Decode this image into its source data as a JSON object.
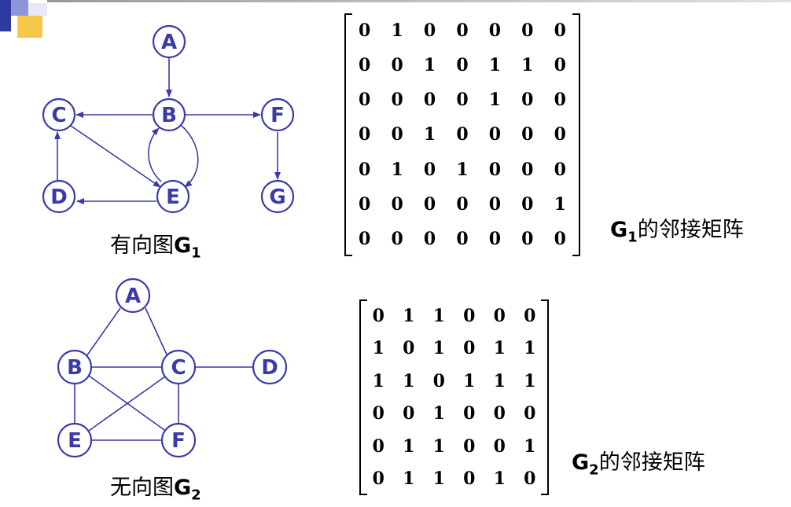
{
  "colors": {
    "node": "#3a3aa8",
    "deco_blue": "#2e3aa0",
    "deco_yellow": "#f6c84a",
    "deco_bar": "#b8b8b8"
  },
  "graph1": {
    "type": "directed",
    "nodes": [
      "A",
      "B",
      "C",
      "D",
      "E",
      "F",
      "G"
    ],
    "edges": [
      [
        "A",
        "B"
      ],
      [
        "B",
        "C"
      ],
      [
        "B",
        "F"
      ],
      [
        "B",
        "E"
      ],
      [
        "E",
        "B"
      ],
      [
        "C",
        "E"
      ],
      [
        "D",
        "C"
      ],
      [
        "E",
        "D"
      ],
      [
        "F",
        "G"
      ]
    ],
    "caption": {
      "prefix": "有向图",
      "name": "G",
      "sub": "1"
    }
  },
  "matrix1": {
    "rows": [
      [
        "0",
        "1",
        "0",
        "0",
        "0",
        "0",
        "0"
      ],
      [
        "0",
        "0",
        "1",
        "0",
        "1",
        "1",
        "0"
      ],
      [
        "0",
        "0",
        "0",
        "0",
        "1",
        "0",
        "0"
      ],
      [
        "0",
        "0",
        "1",
        "0",
        "0",
        "0",
        "0"
      ],
      [
        "0",
        "1",
        "0",
        "1",
        "0",
        "0",
        "0"
      ],
      [
        "0",
        "0",
        "0",
        "0",
        "0",
        "0",
        "1"
      ],
      [
        "0",
        "0",
        "0",
        "0",
        "0",
        "0",
        "0"
      ]
    ],
    "label": {
      "name": "G",
      "sub": "1",
      "suffix": "的邻接矩阵"
    }
  },
  "graph2": {
    "type": "undirected",
    "nodes": [
      "A",
      "B",
      "C",
      "D",
      "E",
      "F"
    ],
    "edges": [
      [
        "A",
        "B"
      ],
      [
        "A",
        "C"
      ],
      [
        "B",
        "C"
      ],
      [
        "B",
        "E"
      ],
      [
        "B",
        "F"
      ],
      [
        "C",
        "D"
      ],
      [
        "C",
        "E"
      ],
      [
        "C",
        "F"
      ],
      [
        "E",
        "F"
      ]
    ],
    "caption": {
      "prefix": "无向图",
      "name": "G",
      "sub": "2"
    }
  },
  "matrix2": {
    "rows": [
      [
        "0",
        "1",
        "1",
        "0",
        "0",
        "0"
      ],
      [
        "1",
        "0",
        "1",
        "0",
        "1",
        "1"
      ],
      [
        "1",
        "1",
        "0",
        "1",
        "1",
        "1"
      ],
      [
        "0",
        "0",
        "1",
        "0",
        "0",
        "0"
      ],
      [
        "0",
        "1",
        "1",
        "0",
        "0",
        "1"
      ],
      [
        "0",
        "1",
        "1",
        "0",
        "1",
        "0"
      ]
    ],
    "label": {
      "name": "G",
      "sub": "2",
      "suffix": "的邻接矩阵"
    }
  }
}
